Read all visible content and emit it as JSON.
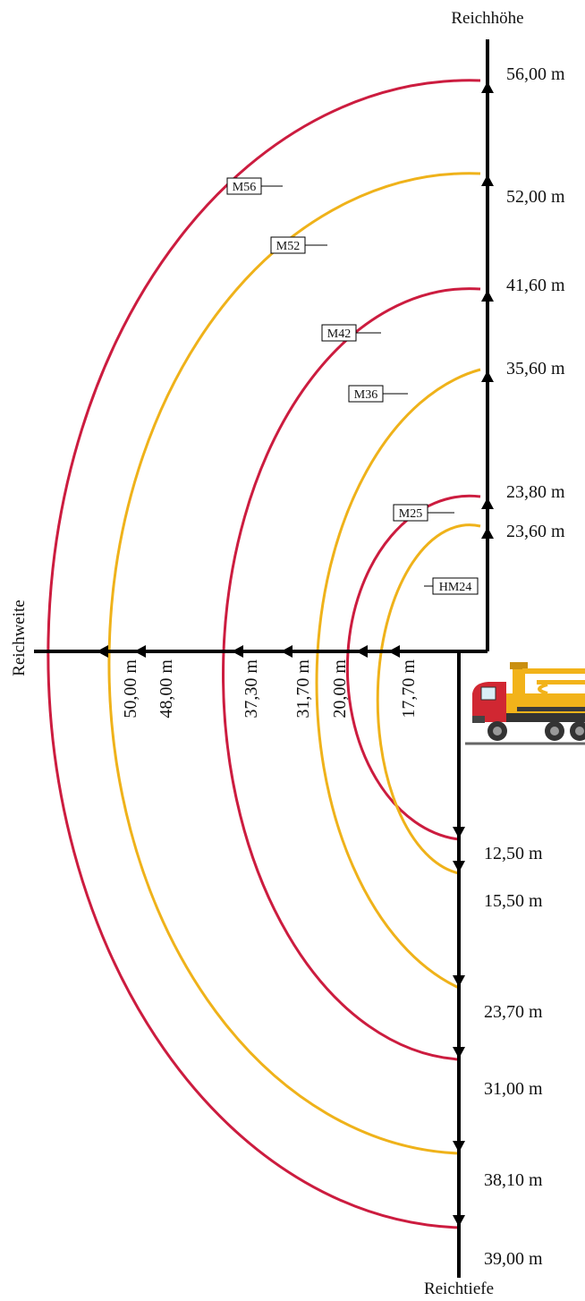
{
  "axes": {
    "height_title": "Reichhöhe",
    "reach_title": "Reichweite",
    "depth_title": "Reichtiefe"
  },
  "height_values": [
    "56,00 m",
    "52,00 m",
    "41,60 m",
    "35,60 m",
    "23,80 m",
    "23,60 m"
  ],
  "reach_values": [
    "50,00 m",
    "48,00 m",
    "37,30 m",
    "31,70 m",
    "20,00 m",
    "17,70 m"
  ],
  "depth_values": [
    "12,50 m",
    "15,50 m",
    "23,70 m",
    "31,00 m",
    "38,10 m",
    "39,00 m"
  ],
  "models": [
    {
      "label": "M56",
      "color": "#cc1c3f"
    },
    {
      "label": "M52",
      "color": "#efb21a"
    },
    {
      "label": "M42",
      "color": "#cc1c3f"
    },
    {
      "label": "M36",
      "color": "#efb21a"
    },
    {
      "label": "M25",
      "color": "#cc1c3f"
    },
    {
      "label": "HM24",
      "color": "#efb21a"
    }
  ],
  "colors": {
    "red": "#cc1c3f",
    "yellow": "#efb21a",
    "axis": "#000000"
  },
  "icons": {
    "truck": "concrete-pump-truck-icon"
  }
}
